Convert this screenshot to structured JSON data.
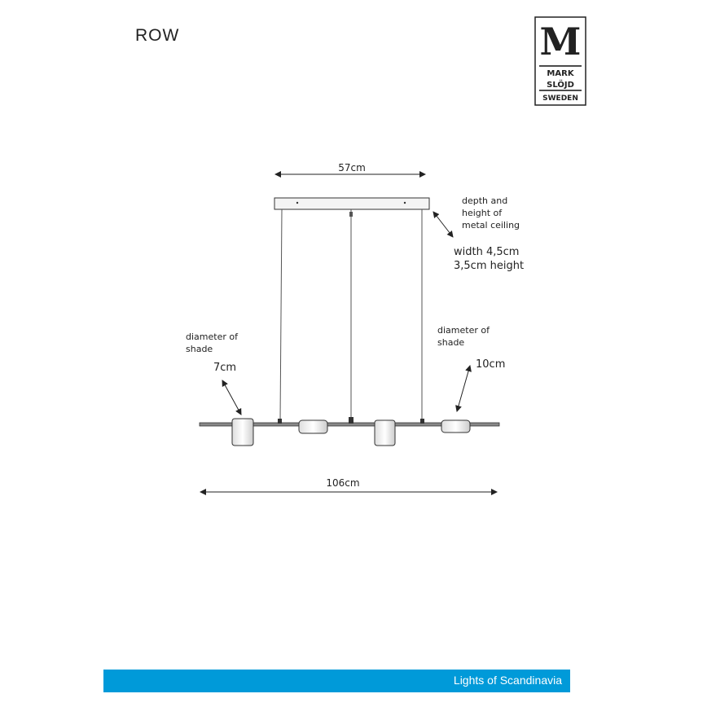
{
  "title": "ROW",
  "logo": {
    "lines": [
      "M",
      "MARK",
      "SLÖJD",
      "SWEDEN"
    ]
  },
  "dimensions": {
    "canopy_length": "57cm",
    "total_length": "106cm",
    "canopy_note": [
      "depth and",
      "height of",
      "metal ceiling"
    ],
    "canopy_size": [
      "width 4,5cm",
      "3,5cm  height"
    ],
    "left_shade_note": [
      "diameter of",
      "shade"
    ],
    "left_shade_diameter": "7cm",
    "right_shade_note": [
      "diameter of",
      "shade"
    ],
    "right_shade_diameter": "10cm"
  },
  "footer": {
    "text": "Lights of Scandinavia",
    "color": "#009ad9"
  }
}
